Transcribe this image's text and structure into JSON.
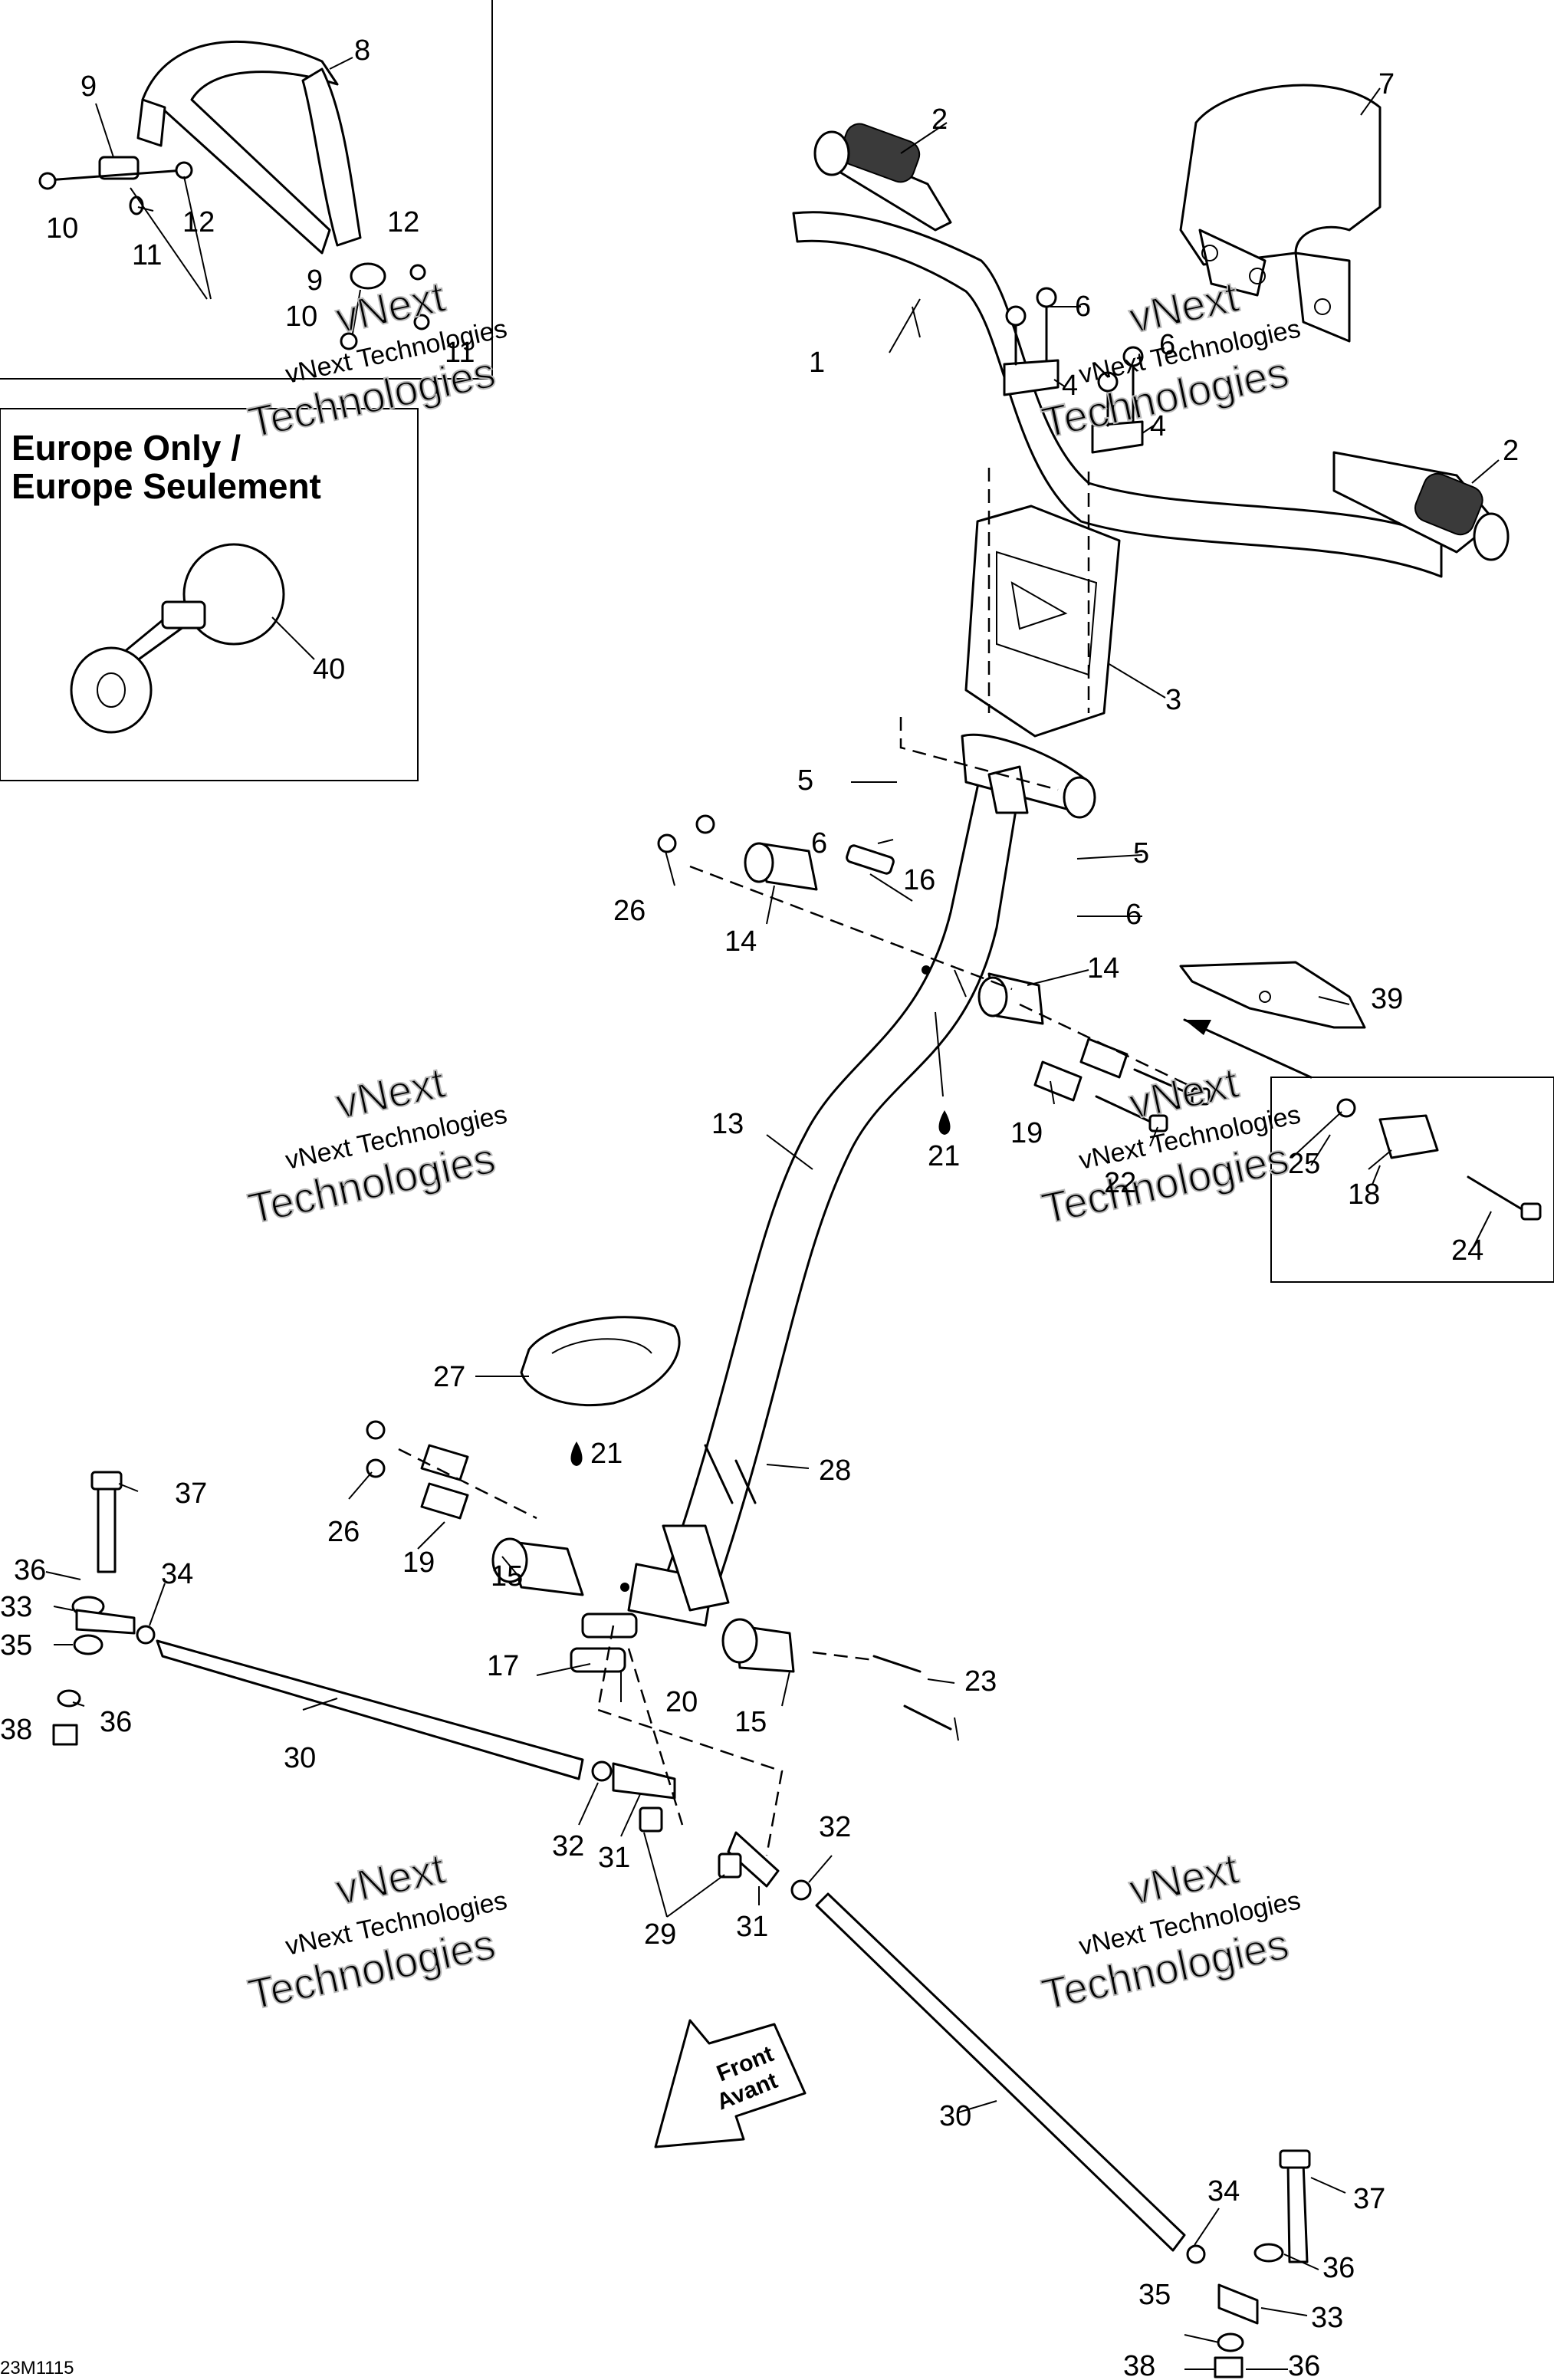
{
  "europe_box": {
    "line1": "Europe Only /",
    "line2": "Europe Seulement"
  },
  "front_arrow": {
    "line1": "Front",
    "line2": "Avant"
  },
  "drawing_code": "23M1115",
  "watermark": {
    "line1": "vNext",
    "line2": "vNext Technologies",
    "line3": "Technologies"
  },
  "callouts": {
    "c1": "1",
    "c2a": "2",
    "c2b": "2",
    "c3": "3",
    "c4a": "4",
    "c4b": "4",
    "c5a": "5",
    "c5b": "5",
    "c6a": "6",
    "c6b": "6",
    "c6c": "6",
    "c6d": "6",
    "c7": "7",
    "c8": "8",
    "c9a": "9",
    "c9b": "9",
    "c10a": "10",
    "c10b": "10",
    "c11a": "11",
    "c11b": "11",
    "c12a": "12",
    "c12b": "12",
    "c13": "13",
    "c14a": "14",
    "c14b": "14",
    "c15a": "15",
    "c15b": "15",
    "c16": "16",
    "c17": "17",
    "c18": "18",
    "c19a": "19",
    "c19b": "19",
    "c20": "20",
    "c21a": "21",
    "c21b": "21",
    "c22": "22",
    "c23": "23",
    "c24": "24",
    "c25": "25",
    "c26a": "26",
    "c26b": "26",
    "c27": "27",
    "c28": "28",
    "c29": "29",
    "c30a": "30",
    "c30b": "30",
    "c31a": "31",
    "c31b": "31",
    "c32a": "32",
    "c32b": "32",
    "c33a": "33",
    "c33b": "33",
    "c34a": "34",
    "c34b": "34",
    "c35a": "35",
    "c35b": "35",
    "c36a": "36",
    "c36b": "36",
    "c36c": "36",
    "c36d": "36",
    "c37a": "37",
    "c37b": "37",
    "c38a": "38",
    "c38b": "38",
    "c39": "39",
    "c40": "40"
  }
}
